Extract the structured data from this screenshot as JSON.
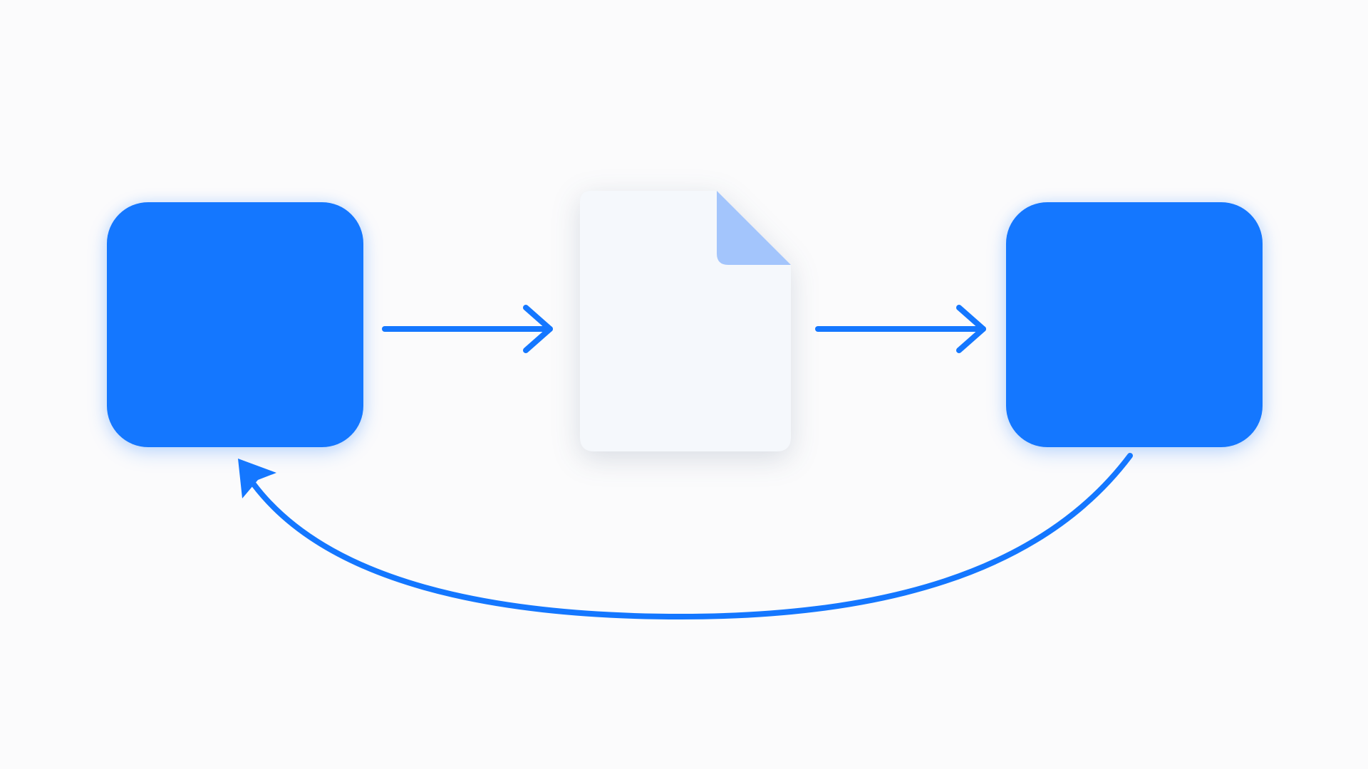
{
  "diagram": {
    "nodes": [
      {
        "id": "node-a",
        "shape": "rounded-square",
        "fill": "#1477ff"
      },
      {
        "id": "document",
        "shape": "document-with-folded-corner",
        "fill": "#f5f8fc",
        "fold_fill": "#a3c5fc"
      },
      {
        "id": "node-b",
        "shape": "rounded-square",
        "fill": "#1477ff"
      }
    ],
    "edges": [
      {
        "from": "node-a",
        "to": "document",
        "style": "straight-arrow"
      },
      {
        "from": "document",
        "to": "node-b",
        "style": "straight-arrow"
      },
      {
        "from": "node-b",
        "to": "node-a",
        "style": "curved-return-arrow"
      }
    ],
    "colors": {
      "background": "#fbfbfc",
      "accent": "#1477ff",
      "document": "#f5f8fc",
      "document_fold": "#a3c5fc"
    }
  }
}
